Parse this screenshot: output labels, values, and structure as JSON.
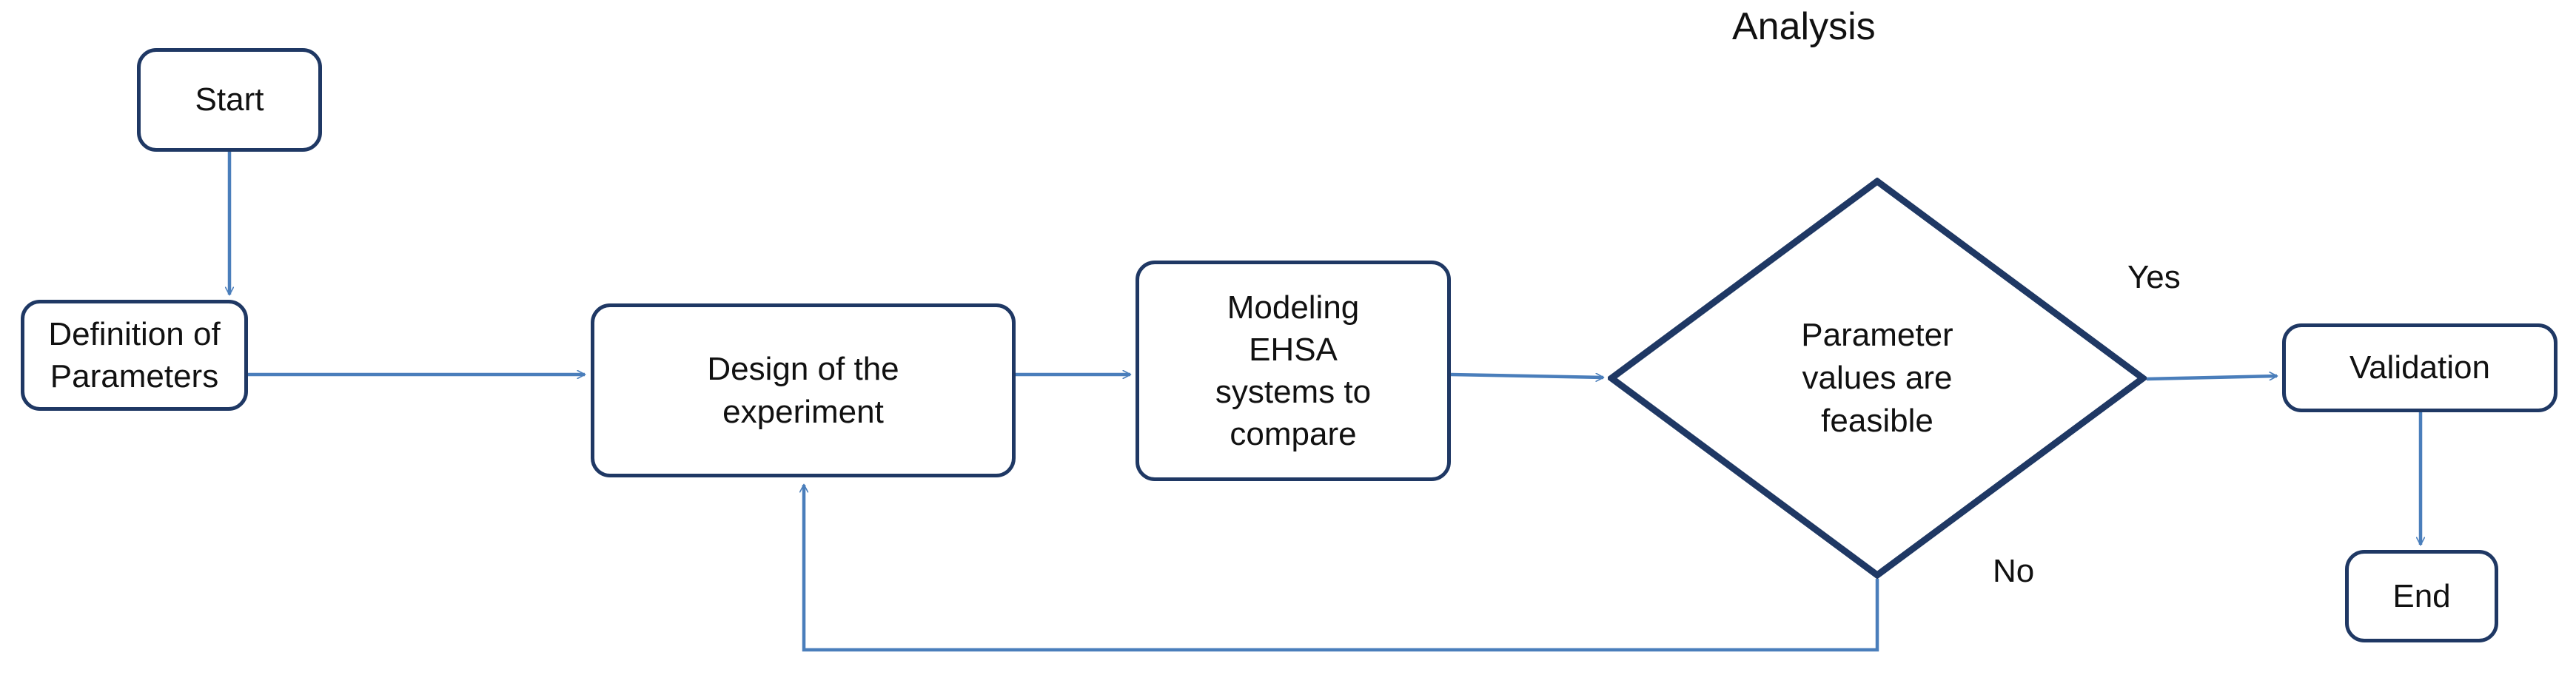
{
  "diagram": {
    "title": "Analysis",
    "type": "flowchart",
    "colors": {
      "node_border": "#1F3864",
      "connector": "#4A7EBB",
      "background": "#FFFFFF",
      "text": "#111111"
    },
    "nodes": [
      {
        "id": "start",
        "shape": "rounded-rectangle",
        "label": "Start"
      },
      {
        "id": "definition",
        "shape": "rounded-rectangle",
        "label": "Definition of\nParameters"
      },
      {
        "id": "design",
        "shape": "rounded-rectangle",
        "label": "Design of the\nexperiment"
      },
      {
        "id": "modeling",
        "shape": "rounded-rectangle",
        "label": "Modeling\nEHSA\nsystems to\ncompare"
      },
      {
        "id": "decision",
        "shape": "diamond",
        "label": "Parameter\nvalues are\nfeasible"
      },
      {
        "id": "validation",
        "shape": "rounded-rectangle",
        "label": "Validation"
      },
      {
        "id": "end",
        "shape": "rounded-rectangle",
        "label": "End"
      }
    ],
    "edge_labels": {
      "yes": "Yes",
      "no": "No"
    },
    "edges": [
      {
        "from": "start",
        "to": "definition",
        "label": ""
      },
      {
        "from": "definition",
        "to": "design",
        "label": ""
      },
      {
        "from": "design",
        "to": "modeling",
        "label": ""
      },
      {
        "from": "modeling",
        "to": "decision",
        "label": ""
      },
      {
        "from": "decision",
        "to": "validation",
        "label": "Yes"
      },
      {
        "from": "decision",
        "to": "design",
        "label": "No"
      },
      {
        "from": "validation",
        "to": "end",
        "label": ""
      }
    ]
  }
}
